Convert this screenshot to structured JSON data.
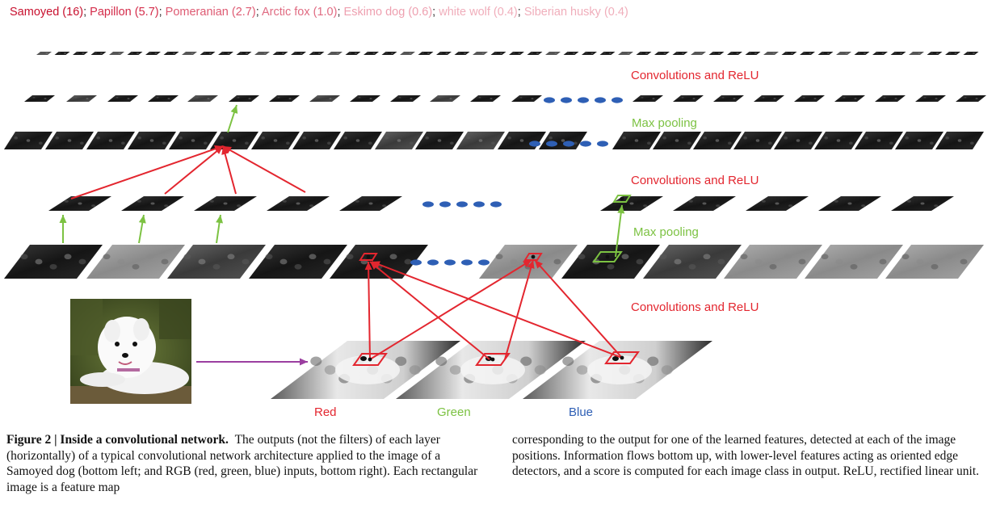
{
  "classes": [
    {
      "name": "Samoyed",
      "score": "(16)",
      "color": "#c8102e"
    },
    {
      "name": "Papillon",
      "score": "(5.7)",
      "color": "#d42c4a"
    },
    {
      "name": "Pomeranian",
      "score": "(2.7)",
      "color": "#de5a72"
    },
    {
      "name": "Arctic fox",
      "score": "(1.0)",
      "color": "#e06b82"
    },
    {
      "name": "Eskimo dog",
      "score": "(0.6)",
      "color": "#eea0b0"
    },
    {
      "name": "white wolf",
      "score": "(0.4)",
      "color": "#f0aebb"
    },
    {
      "name": "Siberian husky",
      "score": "(0.4)",
      "color": "#f0aebb"
    }
  ],
  "labels": {
    "conv_relu_top": "Convolutions and ReLU",
    "max_pool_top": "Max pooling",
    "conv_relu_mid": "Convolutions and ReLU",
    "max_pool_mid": "Max pooling",
    "conv_relu_bottom": "Convolutions and ReLU"
  },
  "channels": {
    "red": "Red",
    "green": "Green",
    "blue": "Blue"
  },
  "caption": {
    "heading": "Figure 2 | Inside a convolutional network.",
    "col1": "The outputs (not the filters) of each layer (horizontally) of a typical convolutional network architecture applied to the image of a Samoyed dog (bottom left; and RGB (red, green, blue) inputs, bottom right). Each rectangular image is a feature map",
    "col2": "corresponding to the output for one of the learned features, detected at each of the image positions. Information flows bottom up, with lower-level features acting as oriented edge detectors, and a score is computed for each image class in output. ReLU, rectified linear unit."
  },
  "colors": {
    "red": "#e3262f",
    "green": "#7cc242",
    "blue": "#2e5fb5",
    "purple": "#9b3fa0",
    "label_red": "#e3262f",
    "label_green": "#7cc242",
    "label_blue": "#2e5fb5"
  }
}
